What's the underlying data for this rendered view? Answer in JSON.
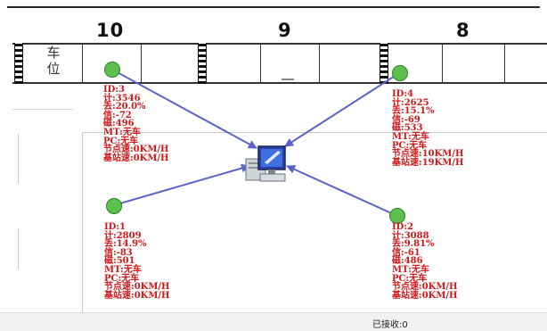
{
  "slot_numbers": [
    "10",
    "9",
    "8"
  ],
  "parking_label": [
    "车",
    "位"
  ],
  "nodes": [
    {
      "id": "ID:3",
      "lines": [
        "计:3546",
        "丢:20.0%",
        "信:-72",
        "磁:496",
        "MT:无车",
        "PC:无车",
        "节点速:0KM/H",
        "基站速:0KM/H"
      ]
    },
    {
      "id": "ID:4",
      "lines": [
        "计:2625",
        "丢:15.1%",
        "信:-69",
        "磁:533",
        "MT:无车",
        "PC:无车",
        "节点速:10KM/H",
        "基站速:19KM/H"
      ]
    },
    {
      "id": "ID:1",
      "lines": [
        "计:2809",
        "丢:14.9%",
        "信:-83",
        "磁:501",
        "MT:无车",
        "PC:无车",
        "节点速:0KM/H",
        "基站速:0KM/H"
      ]
    },
    {
      "id": "ID:2",
      "lines": [
        "计:3088",
        "丢:9.81%",
        "信:-61",
        "磁:486",
        "MT:无车",
        "PC:无车",
        "节点速:0KM/H",
        "基站速:0KM/H"
      ]
    }
  ],
  "status": {
    "received": "已接收:0"
  },
  "colors": {
    "node_fill": "#5cc04c",
    "info_text": "#d21818",
    "arrow": "#5a64c8"
  },
  "icons": {
    "base_station": "computer-icon"
  }
}
